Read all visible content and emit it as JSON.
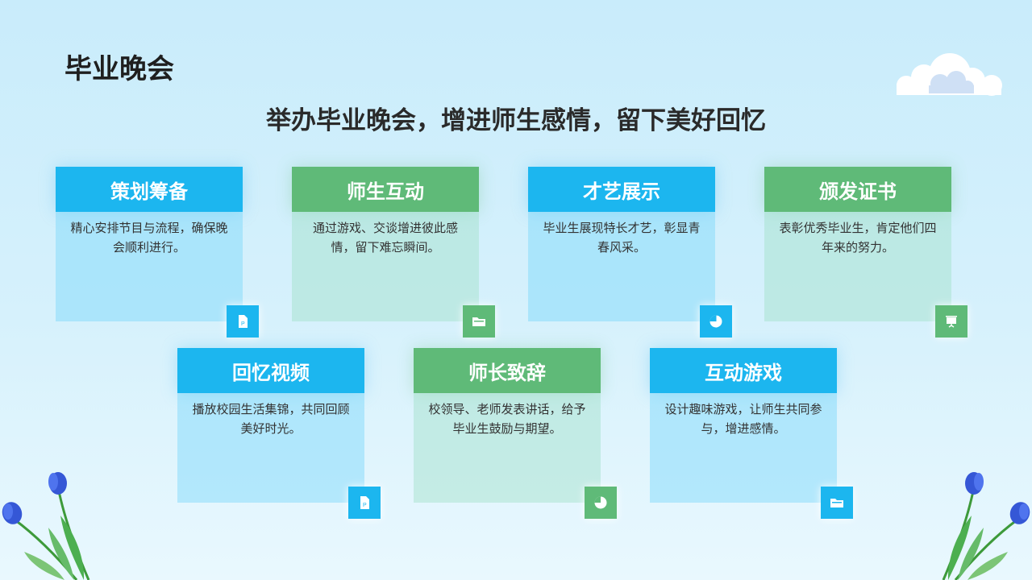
{
  "page": {
    "title": "毕业晚会",
    "subtitle": "举办毕业晚会，增进师生感情，留下美好回忆"
  },
  "cards": [
    {
      "title": "策划筹备",
      "text": "精心安排节目与流程，确保晚会顺利进行。",
      "color": "#1cb6ef",
      "icon": "document-icon"
    },
    {
      "title": "师生互动",
      "text": "通过游戏、交谈增进彼此感情，留下难忘瞬间。",
      "color": "#5fba78",
      "icon": "folder-icon"
    },
    {
      "title": "才艺展示",
      "text": "毕业生展现特长才艺，彰显青春风采。",
      "color": "#1cb6ef",
      "icon": "pie-chart-icon"
    },
    {
      "title": "颁发证书",
      "text": "表彰优秀毕业生，肯定他们四年来的努力。",
      "color": "#5fba78",
      "icon": "presentation-icon"
    },
    {
      "title": "回忆视频",
      "text": "播放校园生活集锦，共同回顾美好时光。",
      "color": "#1cb6ef",
      "icon": "document-icon"
    },
    {
      "title": "师长致辞",
      "text": "校领导、老师发表讲话，给予毕业生鼓励与期望。",
      "color": "#5fba78",
      "icon": "pie-chart-icon"
    },
    {
      "title": "互动游戏",
      "text": "设计趣味游戏，让师生共同参与，增进感情。",
      "color": "#1cb6ef",
      "icon": "folder-icon"
    }
  ]
}
